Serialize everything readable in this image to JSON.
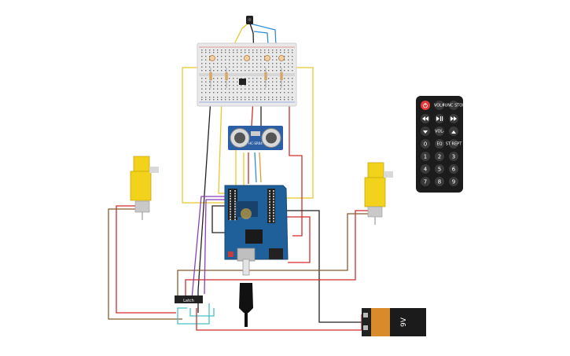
{
  "labels": {
    "battery": "9V",
    "switch": "Latch",
    "sensor": "HC-SR04"
  },
  "remote": {
    "top_row": [
      "",
      "VOL+",
      "FUNC STOP"
    ],
    "nav_row": [
      "",
      "",
      ""
    ],
    "mid_row": [
      "",
      "VOL-",
      ""
    ],
    "digits_row0": [
      "0",
      "EQ",
      "ST REPT"
    ],
    "digits": [
      "1",
      "2",
      "3",
      "4",
      "5",
      "6",
      "7",
      "8",
      "9"
    ]
  },
  "icons": [
    "power-icon",
    "rewind-icon",
    "play-pause-icon",
    "forward-icon",
    "down-icon",
    "up-icon"
  ],
  "colors": {
    "wire_red": "#d22b2b",
    "wire_black": "#222222",
    "wire_yellow": "#e9c82a",
    "wire_blue": "#2f8fd8",
    "wire_cyan": "#49c0c7",
    "wire_purple": "#8a3fb6",
    "wire_brown": "#8b5a2b",
    "wire_orange": "#e39a2a",
    "arduino_blue": "#1f5f9a",
    "motor_yellow": "#f2d21b",
    "battery_orange": "#d98a2b"
  }
}
